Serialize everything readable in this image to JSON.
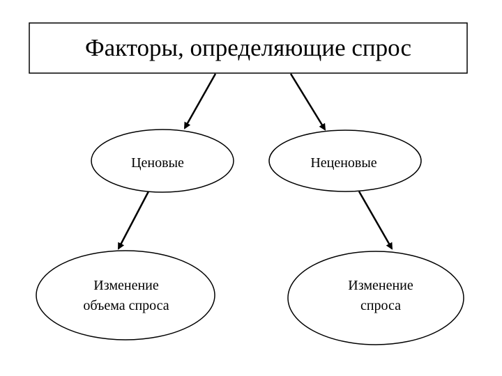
{
  "title": "Факторы, определяющие спрос",
  "nodes": {
    "price": "Ценовые",
    "nonprice": "Неценовые",
    "quantity_change": {
      "line1": "Изменение",
      "line2": "объема спроса"
    },
    "demand_change": {
      "line1": "Изменение",
      "line2": "спроса"
    }
  },
  "colors": {
    "stroke": "#000000",
    "background": "#ffffff"
  }
}
